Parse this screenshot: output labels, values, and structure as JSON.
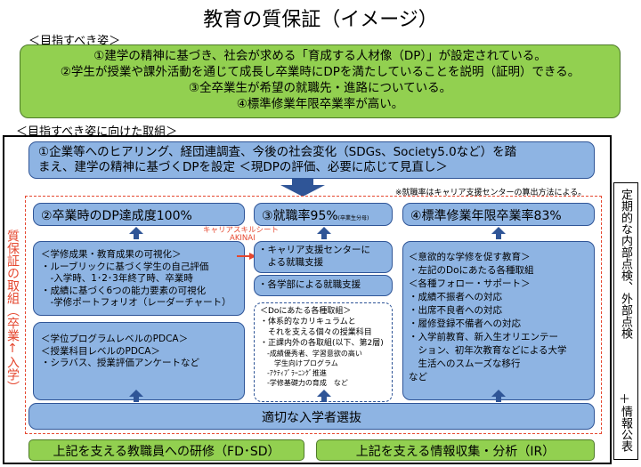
{
  "title": "教育の質保証（イメージ）",
  "goals_header": "＜目指すべき姿＞",
  "goals": [
    "①建学の精神に基づき、社会が求める「育成する人材像（DP）」が設定されている。",
    "②学生が授業や課外活動を通じて成長し卒業時にDPを満たしていることを説明（証明）できる。",
    "③全卒業生が希望の就職先・進路についている。",
    "④標準修業年限卒業率が高い。"
  ],
  "efforts_header": "＜目指すべき姿に向けた取組＞",
  "top_box": [
    "①企業等へのヒアリング、経団連調査、今後の社会変化（SDGs、Society5.0など）を踏",
    "まえ、建学の精神に基づくDPを設定 ＜現DPの評価、必要に応じて見直し＞"
  ],
  "note": "※就職率はキャリア支援センターの算出方法による。",
  "left_vertical": "質保証の取組（卒業↑入学）",
  "right_vertical_1": "定期的な内部点検、外部点検",
  "right_plus": "＋",
  "right_vertical_2": "情報公表",
  "col1_header": "②卒業時のDP達成度100%",
  "col2_header_main": "③就職率95%",
  "col2_header_sub": "(卒業生分母)",
  "col3_header": "④標準修業年限卒業率83%",
  "career_label_1": "キャリアスキルシート",
  "career_label_2": "AKINAI",
  "col1_box1": [
    "＜学修成果・教育成果の可視化＞",
    "・ルーブリックに基づく学生の自己評価",
    "　-入学時、1･2･3年終了時、卒業時",
    "・成績に基づく6つの能力要素の可視化",
    "　-学修ポートフォリオ（レーダーチャート）"
  ],
  "col1_box2": [
    "＜学位プログラムレベルのPDCA＞",
    "＜授業科目レベルのPDCA＞",
    "・シラバス、授業評価アンケートなど"
  ],
  "col2_box1": [
    "・キャリア支援センターに",
    "　よる就職支援"
  ],
  "col2_box2": "・各学部による就職支援",
  "col2_box3": [
    "＜Doにあたる各種取組＞",
    "・体系的なカリキュラムと",
    "　それを支える個々の授業科目",
    "・正課内外の各取組(以下、第2層)",
    "　-成績優秀者、学習意欲の高い",
    "　　学生向けプログラム",
    "　-ｱｸﾃｨﾌﾞﾗｰﾆﾝｸﾞ推進",
    "　-学修基礎力の育成　など"
  ],
  "col3_box": [
    "＜意欲的な学修を促す教育＞",
    "・左記のDoにあたる各種取組",
    "＜各種フォロー・サポート＞",
    "・成績不振者への対応",
    "・出席不良者への対応",
    "・履修登録不備者への対応",
    "・入学前教育、新入生オリエンテー",
    "　ション、初年次教育などによる大学",
    "　生活へのスムーズな移行",
    "など"
  ],
  "admission_box": "適切な入学者選抜",
  "bottom_left": "上記を支える教職員への研修（FD･SD）",
  "bottom_right": "上記を支える情報収集・分析（IR）",
  "colors": {
    "green": "#92d050",
    "blue": "#8eb4e3",
    "accent_red": "#e5472f",
    "dark_blue": "#2f5597"
  }
}
